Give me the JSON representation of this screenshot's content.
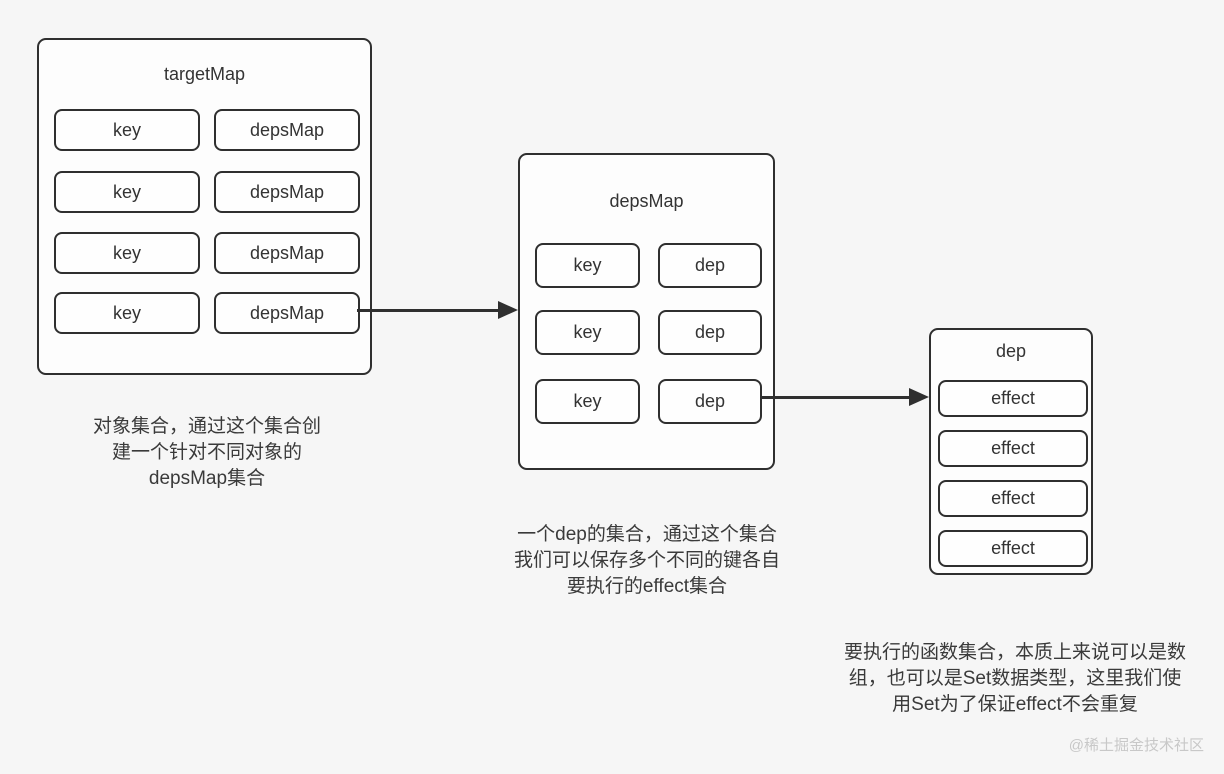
{
  "canvas": {
    "background": "#f6f6f6",
    "border_color": "#2f2f2f",
    "box_fill": "#fdfdfd",
    "text_color": "#333333",
    "watermark_color": "#c8c8c8"
  },
  "target_map": {
    "title": "targetMap",
    "rows": [
      {
        "key": "key",
        "value": "depsMap"
      },
      {
        "key": "key",
        "value": "depsMap"
      },
      {
        "key": "key",
        "value": "depsMap"
      },
      {
        "key": "key",
        "value": "depsMap"
      }
    ]
  },
  "deps_map": {
    "title": "depsMap",
    "rows": [
      {
        "key": "key",
        "value": "dep"
      },
      {
        "key": "key",
        "value": "dep"
      },
      {
        "key": "key",
        "value": "dep"
      }
    ]
  },
  "dep": {
    "title": "dep",
    "items": [
      "effect",
      "effect",
      "effect",
      "effect"
    ]
  },
  "annotations": {
    "target_map": {
      "lines": [
        "对象集合，通过这个集合创",
        "建一个针对不同对象的",
        "depsMap集合"
      ]
    },
    "deps_map": {
      "lines": [
        "一个dep的集合，通过这个集合",
        "我们可以保存多个不同的键各自",
        "要执行的effect集合"
      ]
    },
    "dep": {
      "lines": [
        "要执行的函数集合，本质上来说可以是数",
        "组，也可以是Set数据类型，这里我们使",
        "用Set为了保证effect不会重复"
      ]
    }
  },
  "watermark": "@稀土掘金技术社区"
}
